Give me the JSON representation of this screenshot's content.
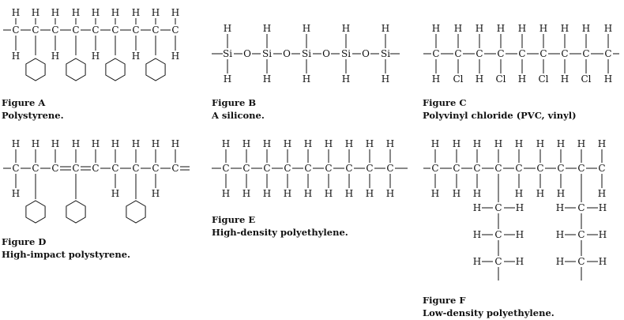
{
  "atoms": {
    "carbon": "C",
    "hydrogen": "H",
    "silicon": "Si",
    "oxygen": "O",
    "chlorine": "Cl"
  },
  "figures": [
    {
      "id": "A",
      "label": "Figure A",
      "caption": "Polystyrene."
    },
    {
      "id": "B",
      "label": "Figure B",
      "caption": "A silicone."
    },
    {
      "id": "C",
      "label": "Figure C",
      "caption": "Polyvinyl chloride (PVC, vinyl)"
    },
    {
      "id": "D",
      "label": "Figure D",
      "caption": "High-impact polystyrene."
    },
    {
      "id": "E",
      "label": "Figure E",
      "caption": "High-density polyethylene."
    },
    {
      "id": "F",
      "label": "Figure F",
      "caption": "Low-density polyethylene."
    }
  ]
}
